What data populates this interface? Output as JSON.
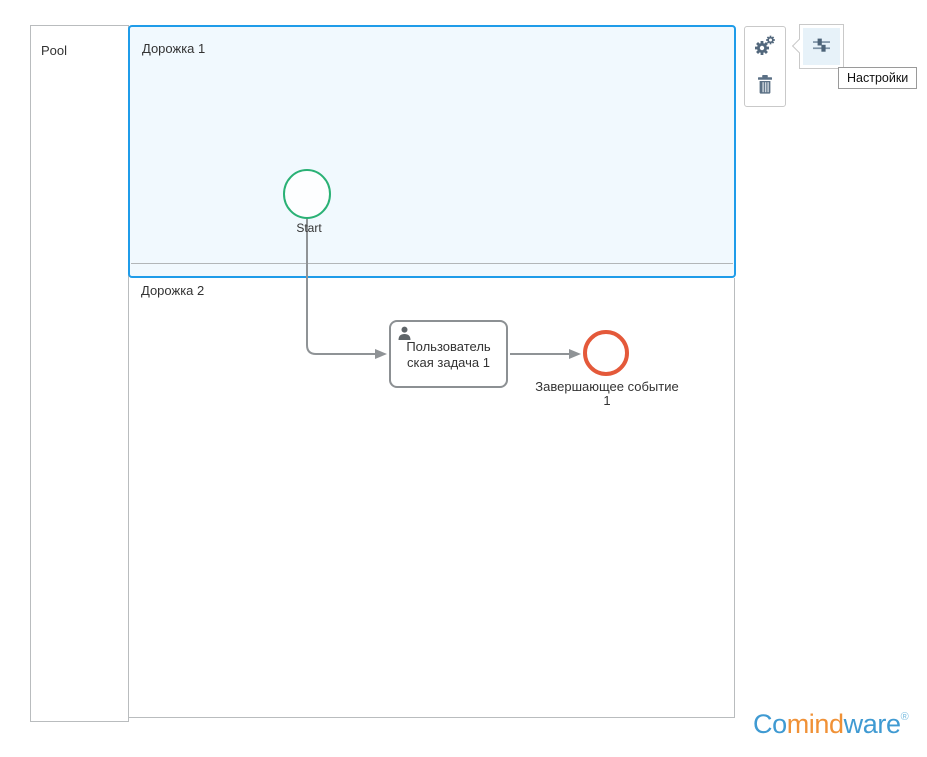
{
  "pool": {
    "label": "Pool"
  },
  "lanes": [
    {
      "label": "Дорожка 1",
      "selected": true
    },
    {
      "label": "Дорожка 2",
      "selected": false
    }
  ],
  "diagram": {
    "start_event": {
      "label": "Start"
    },
    "user_task": {
      "line1": "Пользователь",
      "line2": "ская задача 1"
    },
    "end_event": {
      "line1": "Завершающее событие",
      "line2": "1"
    }
  },
  "toolbar": {
    "settings_icon": "gears-icon",
    "delete_icon": "trash-icon"
  },
  "settings_popup": {
    "icon": "sliders-icon",
    "tooltip": "Настройки"
  },
  "logo": {
    "part1": "Co",
    "part2": "mind",
    "part3": "ware",
    "reg": "®"
  },
  "colors": {
    "selection_blue": "#1f9ce9",
    "lane_fill_selected": "#f1f9fe",
    "start_green": "#2ab175",
    "end_orange": "#e4593a",
    "connector_gray": "#8f9396",
    "icon_slate": "#52677c",
    "logo_blue": "#3f9ad2",
    "logo_orange": "#f09136"
  }
}
